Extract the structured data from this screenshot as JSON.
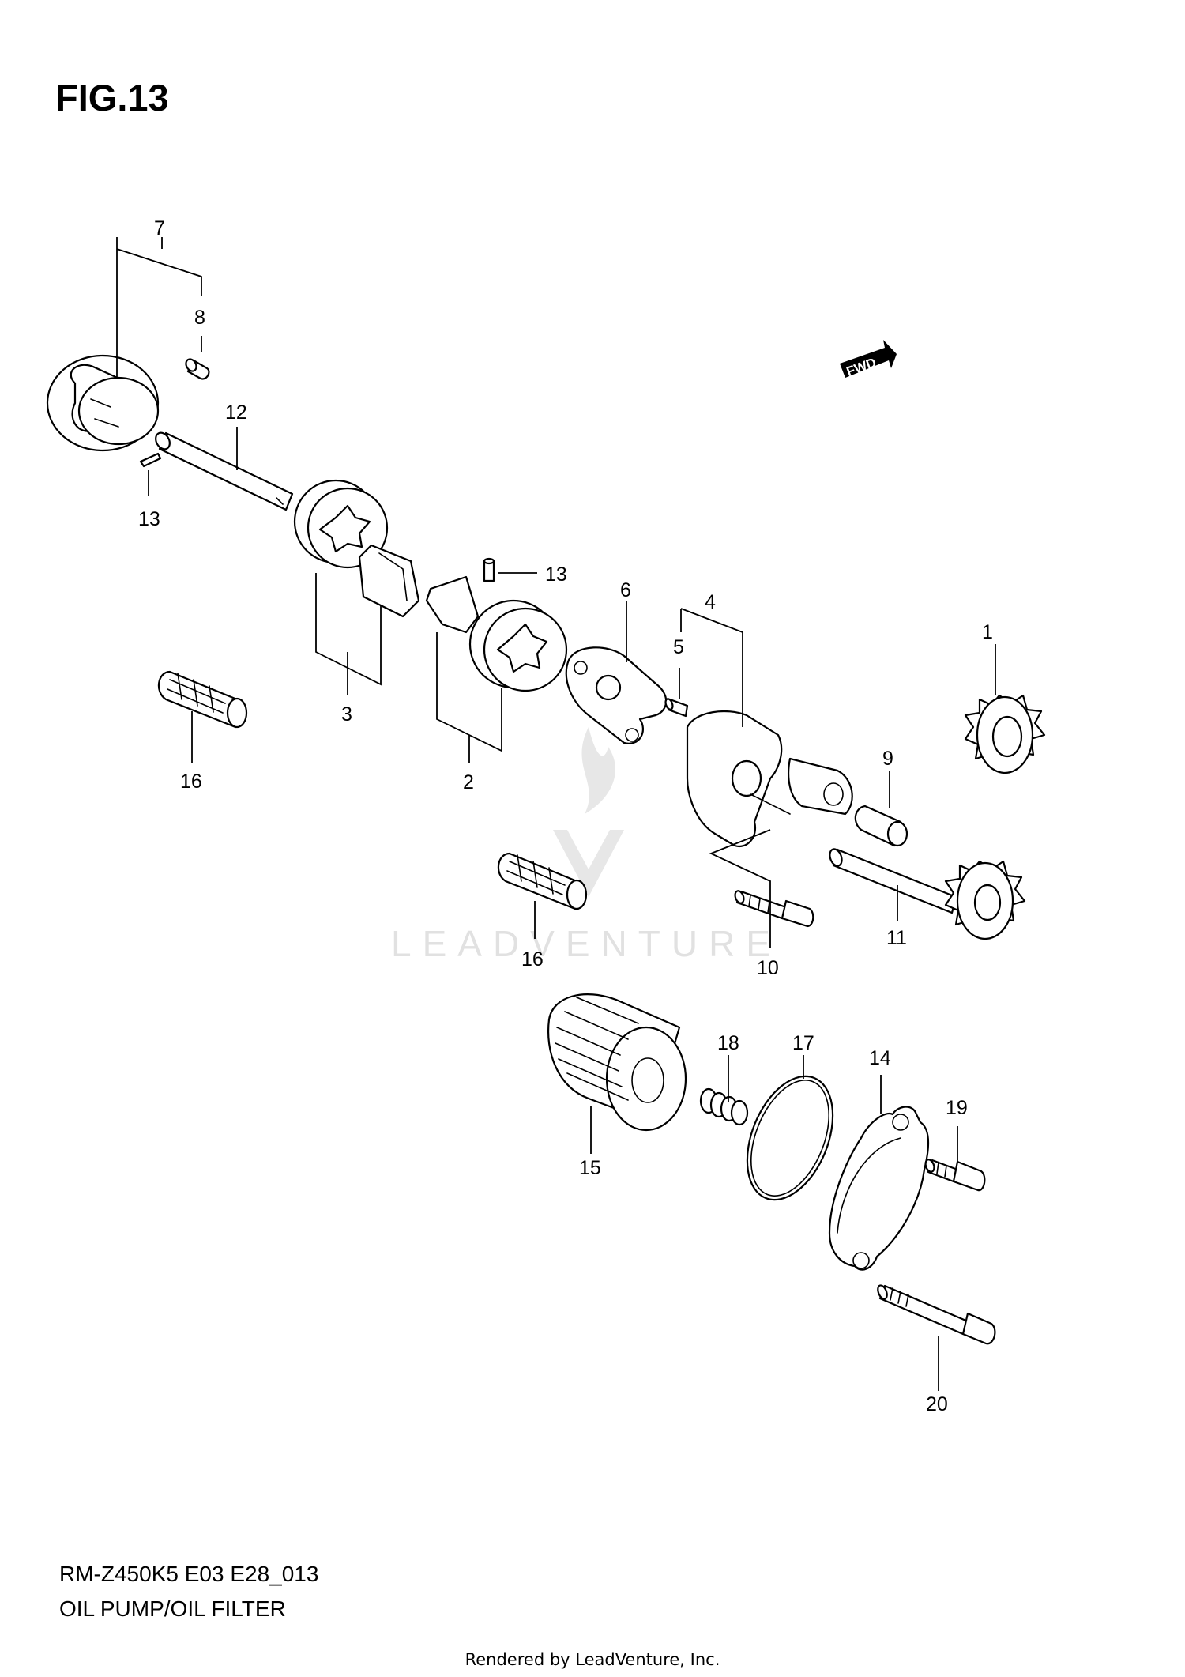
{
  "figure": {
    "title": "FIG.13",
    "model_code": "RM-Z450K5 E03 E28_013",
    "section_name": "OIL PUMP/OIL FILTER"
  },
  "fwd_indicator": {
    "label": "FWD"
  },
  "watermark": {
    "text": "LEADVENTURE"
  },
  "footer": {
    "credit": "Rendered by LeadVenture, Inc."
  },
  "callouts": [
    {
      "id": "c7",
      "label": "7"
    },
    {
      "id": "c8",
      "label": "8"
    },
    {
      "id": "c12",
      "label": "12"
    },
    {
      "id": "c13a",
      "label": "13"
    },
    {
      "id": "c13b",
      "label": "13"
    },
    {
      "id": "c3",
      "label": "3"
    },
    {
      "id": "c2",
      "label": "2"
    },
    {
      "id": "c16a",
      "label": "16"
    },
    {
      "id": "c6",
      "label": "6"
    },
    {
      "id": "c4",
      "label": "4"
    },
    {
      "id": "c5",
      "label": "5"
    },
    {
      "id": "c1",
      "label": "1"
    },
    {
      "id": "c9",
      "label": "9"
    },
    {
      "id": "c11",
      "label": "11"
    },
    {
      "id": "c10",
      "label": "10"
    },
    {
      "id": "c16b",
      "label": "16"
    },
    {
      "id": "c18",
      "label": "18"
    },
    {
      "id": "c17",
      "label": "17"
    },
    {
      "id": "c14",
      "label": "14"
    },
    {
      "id": "c19",
      "label": "19"
    },
    {
      "id": "c15",
      "label": "15"
    },
    {
      "id": "c20",
      "label": "20"
    }
  ],
  "colors": {
    "line": "#000000",
    "background": "#ffffff",
    "watermark": "#dcdcdc"
  }
}
